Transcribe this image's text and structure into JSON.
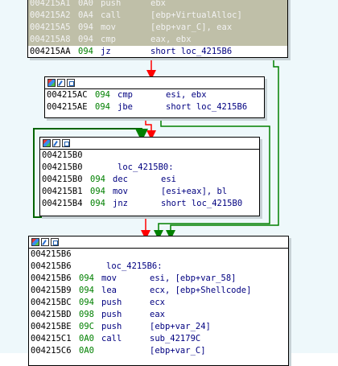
{
  "block1": {
    "lines": [
      {
        "addr": "004215A1",
        "sp": "0A0",
        "mn": "push",
        "op": "ebx",
        "selected": true
      },
      {
        "addr": "004215A2",
        "sp": "0A4",
        "mn": "call",
        "op": "[ebp+VirtualAlloc]",
        "selected": true
      },
      {
        "addr": "004215A5",
        "sp": "094",
        "mn": "mov",
        "op": "[ebp+var_C], eax",
        "selected": true
      },
      {
        "addr": "004215A8",
        "sp": "094",
        "mn": "cmp",
        "op": "eax, ebx",
        "selected": true
      },
      {
        "addr": "004215AA",
        "sp": "094",
        "mn": "jz",
        "op": "short loc_4215B6",
        "selected": false
      }
    ]
  },
  "block2": {
    "lines": [
      {
        "addr": "004215AC",
        "sp": "094",
        "mn": "cmp",
        "op": "esi, ebx"
      },
      {
        "addr": "004215AE",
        "sp": "094",
        "mn": "jbe",
        "op": "short loc_4215B6"
      }
    ]
  },
  "block3": {
    "lines": [
      {
        "addr": "004215B0",
        "sp": "",
        "mn": "",
        "op": ""
      },
      {
        "addr": "004215B0",
        "sp": "",
        "mn": "",
        "op": "",
        "label": "loc_4215B0:"
      },
      {
        "addr": "004215B0",
        "sp": "094",
        "mn": "dec",
        "op": "esi"
      },
      {
        "addr": "004215B1",
        "sp": "094",
        "mn": "mov",
        "op": "[esi+eax], bl"
      },
      {
        "addr": "004215B4",
        "sp": "094",
        "mn": "jnz",
        "op": "short loc_4215B0"
      }
    ]
  },
  "block4": {
    "lines": [
      {
        "addr": "004215B6",
        "sp": "",
        "mn": "",
        "op": ""
      },
      {
        "addr": "004215B6",
        "sp": "",
        "mn": "",
        "op": "",
        "label": "loc_4215B6:"
      },
      {
        "addr": "004215B6",
        "sp": "094",
        "mn": "mov",
        "op": "esi, [ebp+var_58]"
      },
      {
        "addr": "004215B9",
        "sp": "094",
        "mn": "lea",
        "op": "ecx, [ebp+Shellcode]"
      },
      {
        "addr": "004215BC",
        "sp": "094",
        "mn": "push",
        "op": "ecx"
      },
      {
        "addr": "004215BD",
        "sp": "098",
        "mn": "push",
        "op": "eax"
      },
      {
        "addr": "004215BE",
        "sp": "09C",
        "mn": "push",
        "op": "[ebp+var_24]"
      },
      {
        "addr": "004215C1",
        "sp": "0A0",
        "mn": "call",
        "op": "sub_42179C"
      },
      {
        "addr": "004215C6",
        "sp": "0A0",
        "mn": "",
        "op": "[ebp+var_C]"
      }
    ]
  },
  "colors": {
    "selection": "#bfbfa8",
    "edge_false": "#ff0000",
    "edge_true": "#008000",
    "edge_loop": "#006400"
  },
  "icons": [
    "color-palette-icon",
    "edit-pencil-icon",
    "graph-overview-icon"
  ]
}
